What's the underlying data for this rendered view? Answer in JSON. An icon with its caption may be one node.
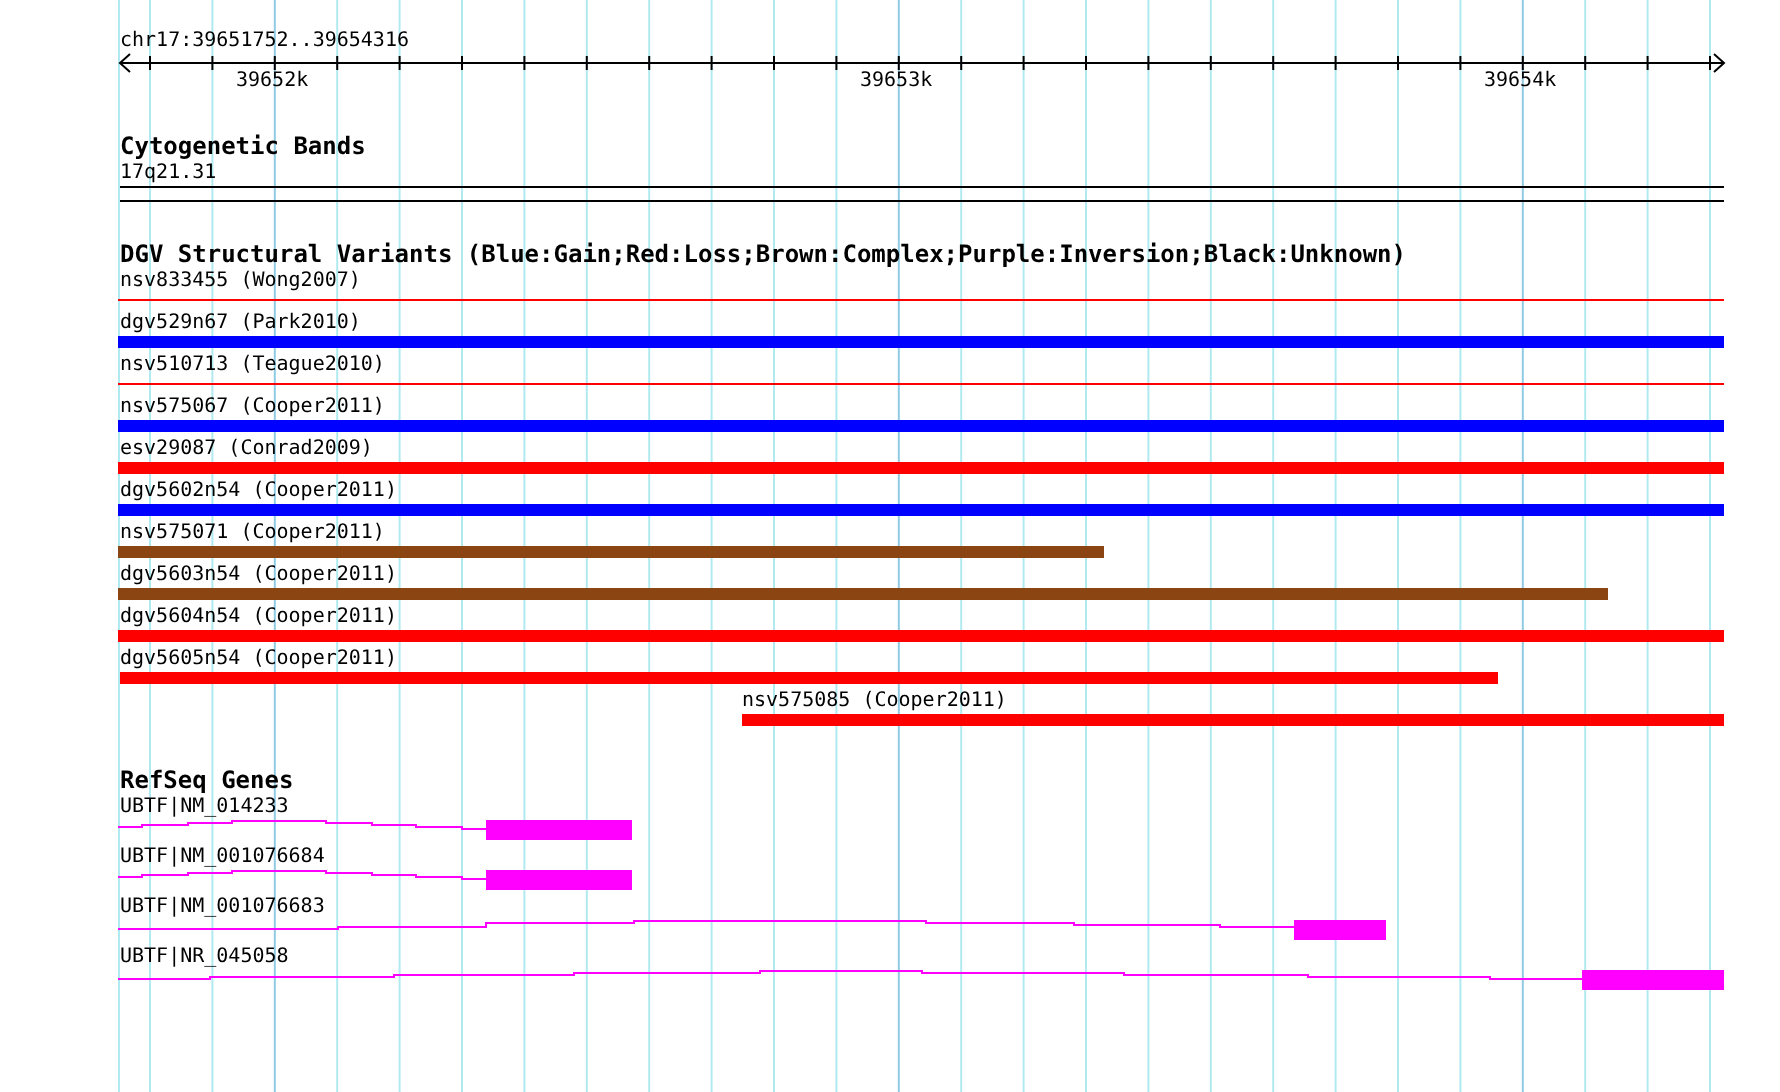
{
  "diagram": {
    "nodes": [
      {
        "text": [],
        "shape": "bar",
        "beside": [
          "nsv833455 (Wong2007)"
        ]
      },
      {
        "text": [],
        "shape": "bar",
        "beside": [
          "dgv529n67 (Park2010)"
        ]
      },
      {
        "text": [],
        "shape": "bar",
        "beside": [
          "nsv510713 (Teague2010)"
        ]
      },
      {
        "text": [],
        "shape": "bar",
        "beside": [
          "nsv575067 (Cooper2011)"
        ]
      },
      {
        "text": [],
        "shape": "bar",
        "beside": [
          "esv29087 (Conrad2009)"
        ]
      },
      {
        "text": [],
        "shape": "bar",
        "beside": [
          "dgv5602n54 (Cooper2011)"
        ]
      },
      {
        "text": [],
        "shape": "bar",
        "beside": [
          "nsv575071 (Cooper2011)"
        ]
      },
      {
        "text": [],
        "shape": "bar",
        "beside": [
          "dgv5603n54 (Cooper2011)"
        ]
      },
      {
        "text": [],
        "shape": "bar",
        "beside": [
          "dgv5604n54 (Cooper2011)"
        ]
      },
      {
        "text": [],
        "shape": "bar",
        "beside": [
          "dgv5605n54 (Cooper2011)"
        ]
      },
      {
        "text": [],
        "shape": "bar",
        "beside": [
          "nsv575085 (Cooper2011)"
        ]
      },
      {
        "text": [],
        "shape": "bar",
        "beside": [
          "UBTF|NM_014233"
        ]
      },
      {
        "text": [],
        "shape": "bar",
        "beside": [
          "UBTF|NM_001076684"
        ]
      },
      {
        "text": [],
        "shape": "bar",
        "beside": [
          "UBTF|NM_001076683"
        ]
      },
      {
        "text": [],
        "shape": "bar",
        "beside": [
          "UBTF|NR_045058"
        ]
      }
    ],
    "labels": [
      "chr17:39651752..39654316",
      "39652k",
      "39653k",
      "39654k",
      "Cytogenetic Bands",
      "17q21.31",
      "DGV Structural Variants (Blue:Gain;Red:Loss;Brown:Complex;Purple:Inversion;Black:Unknown)",
      "RefSeq Genes"
    ]
  }
}
